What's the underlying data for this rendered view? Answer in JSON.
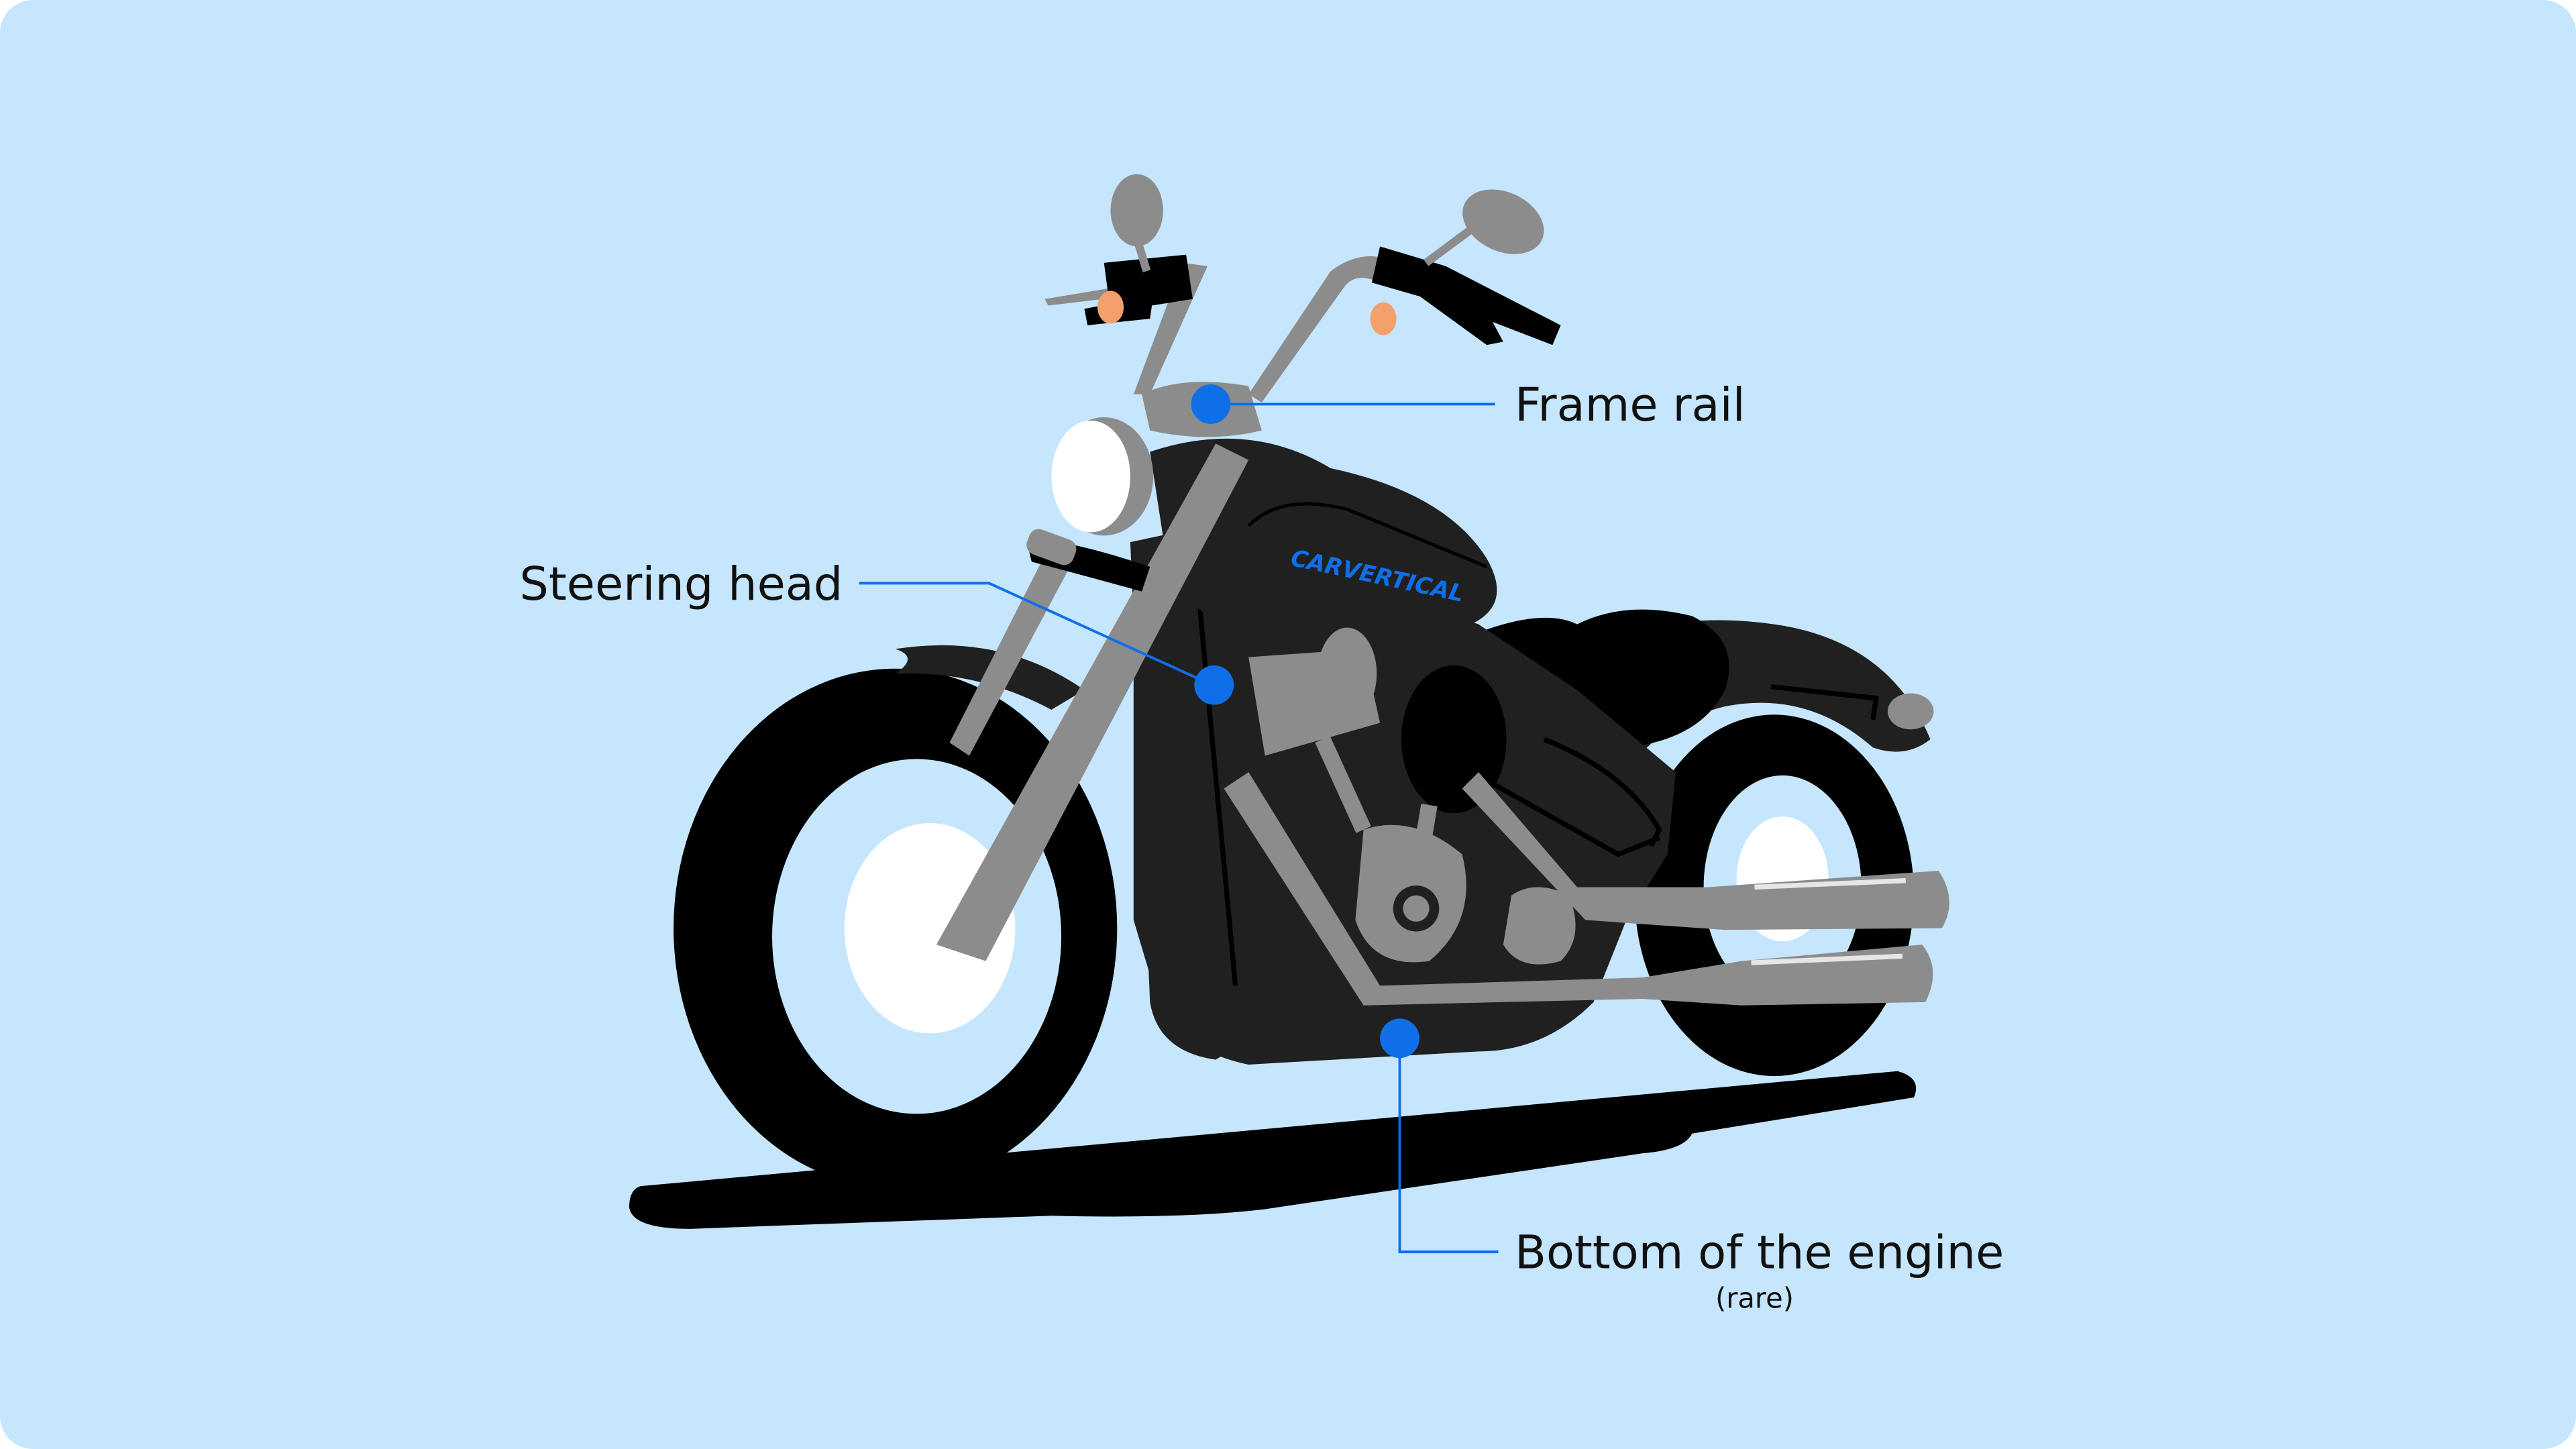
{
  "diagram": {
    "labels": {
      "frame_rail": "Frame rail",
      "steering_head": "Steering head",
      "bottom_engine": "Bottom of the engine",
      "bottom_engine_note": "(rare)"
    },
    "brand_logo_text": "CARVERTICAL",
    "colors": {
      "background": "#c5e6fd",
      "marker": "#0f6fe8",
      "leader_line": "#0f6fe8",
      "body": "#202020",
      "chrome": "#8c8c8c",
      "indicator": "#f4a06c"
    }
  }
}
